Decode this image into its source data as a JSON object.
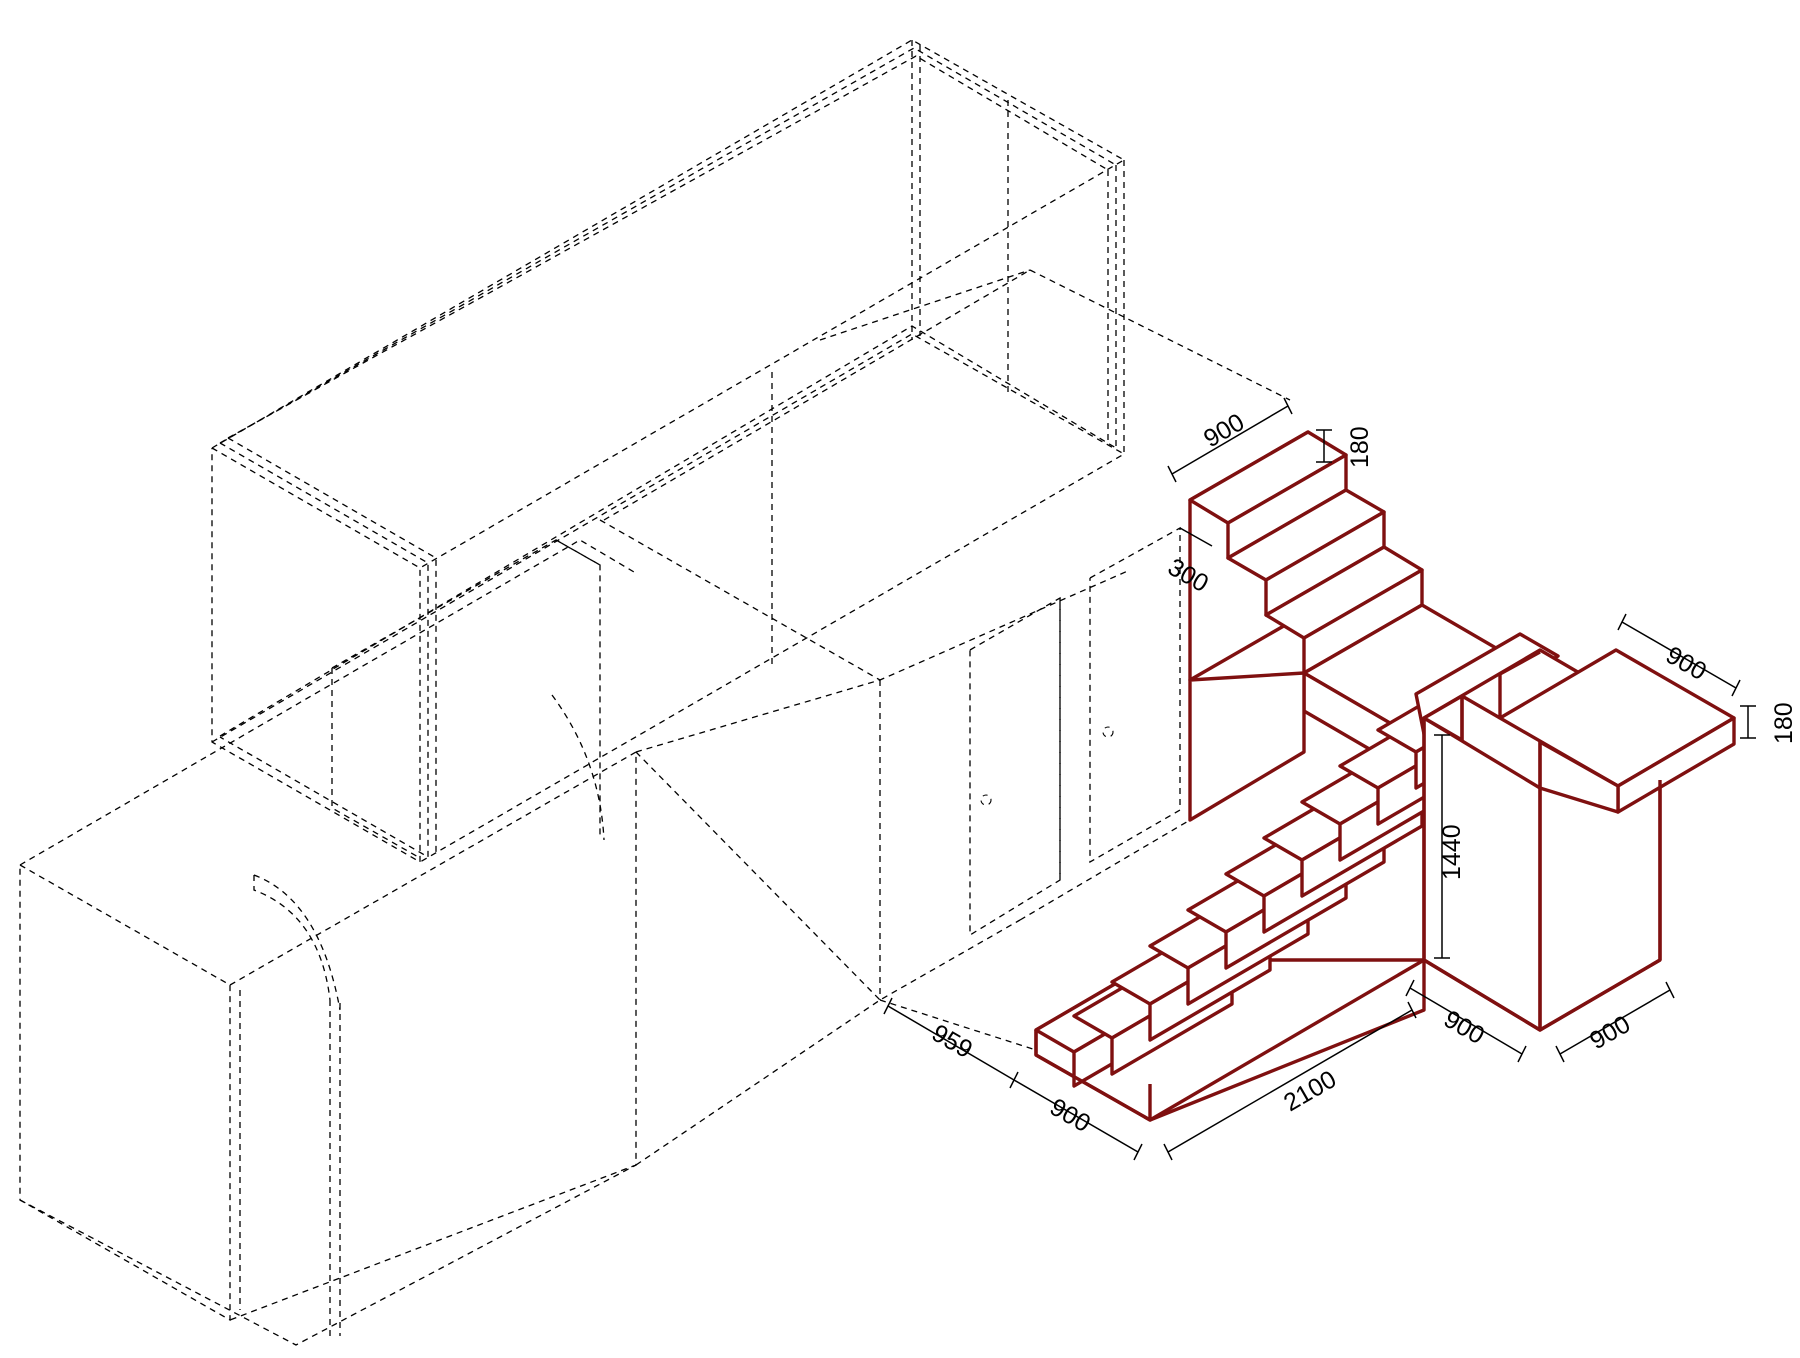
{
  "colors": {
    "stair_stroke": "#7f1010",
    "ghost_stroke": "#000000",
    "background": "#ffffff"
  },
  "dimensions": {
    "top_landing_width": "900",
    "top_riser": "180",
    "tread_depth": "300",
    "right_landing_width": "900",
    "right_riser": "180",
    "pillar_height": "1440",
    "pillar_depth": "900",
    "pillar_width": "900",
    "run_length": "2100",
    "bottom_offset": "959",
    "bottom_width": "900"
  }
}
